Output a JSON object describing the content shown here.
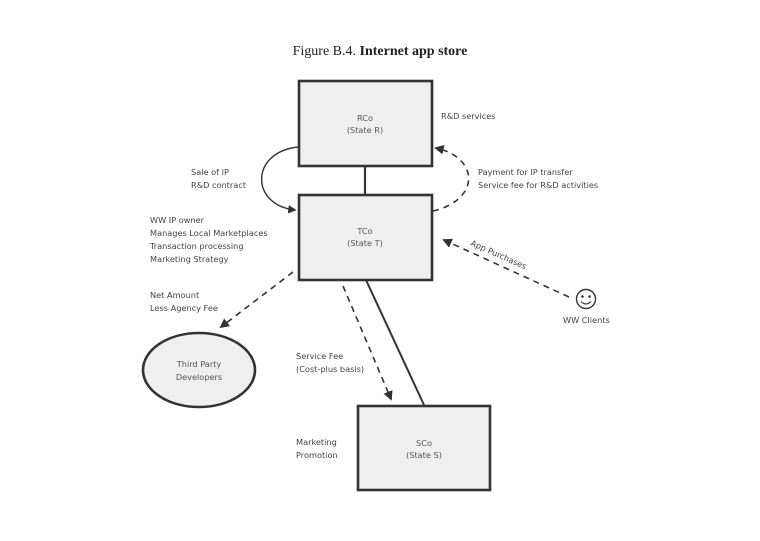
{
  "figure": {
    "title_prefix": "Figure B.4.",
    "title_main": "Internet app store"
  },
  "entities": {
    "rco": {
      "name": "RCo",
      "state": "(State R)"
    },
    "tco": {
      "name": "TCo",
      "state": "(State T)"
    },
    "sco": {
      "name": "SCo",
      "state": "(State S)"
    },
    "developers": {
      "line1": "Third Party",
      "line2": "Developers"
    },
    "clients": {
      "label": "WW Clients",
      "icon": "smiley-icon"
    }
  },
  "annotations": {
    "rd_services": "R&D services",
    "sale_of_ip": [
      "Sale of IP",
      "R&D contract"
    ],
    "payment": [
      "Payment for IP transfer",
      "Service fee for R&D activities"
    ],
    "tco_roles": [
      "WW IP owner",
      "Manages Local Marketplaces",
      "Transaction processing",
      "Marketing Strategy"
    ],
    "net_amount": [
      "Net Amount",
      "Less Agency Fee"
    ],
    "app_purchases": "App Purchases",
    "service_fee": [
      "Service Fee",
      "(Cost-plus basis)"
    ],
    "sco_roles": [
      "Marketing",
      "Promotion"
    ]
  },
  "colors": {
    "box_fill": "#efefef",
    "stroke": "#333333",
    "text": "#444444"
  }
}
